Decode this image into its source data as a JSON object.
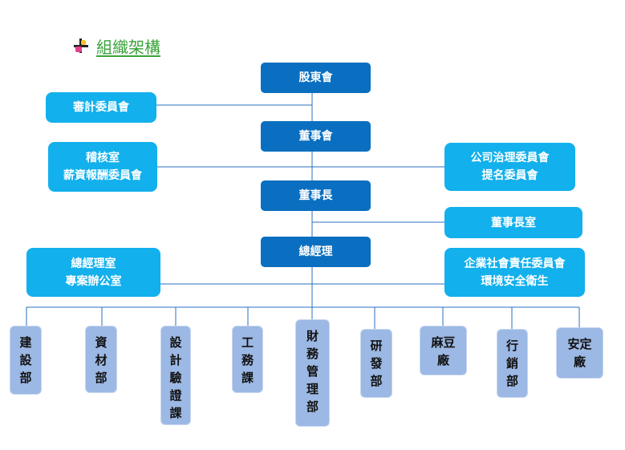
{
  "title": "組織架構",
  "icons": {
    "title_icon": "bullet-cross-icon"
  },
  "colors": {
    "primary": "#0a6fc0",
    "secondary": "#12b0ec",
    "department": "#9cb8e4",
    "title": "#3aa23a",
    "line": "#2a6fc0"
  },
  "org": {
    "shareholders": "股東會",
    "audit_committee": "審計委員會",
    "board": "董事會",
    "audit_office": "稽核室\n薪資報酬委員會",
    "governance_committee": "公司治理委員會\n提名委員會",
    "chairman": "董事長",
    "chairman_office": "董事長室",
    "general_manager": "總經理",
    "gm_office": "總經理室\n專案辦公室",
    "esg_committee": "企業社會責任委員會\n環境安全衛生"
  },
  "departments": [
    {
      "label": "建\n設\n部"
    },
    {
      "label": "資\n材\n部"
    },
    {
      "label": "設\n計\n驗\n證\n課"
    },
    {
      "label": "工\n務\n課"
    },
    {
      "label": "財\n務\n管\n理\n部"
    },
    {
      "label": "研\n發\n部"
    },
    {
      "label": "麻豆\n廠"
    },
    {
      "label": "行\n銷\n部"
    },
    {
      "label": "安定\n廠"
    }
  ]
}
